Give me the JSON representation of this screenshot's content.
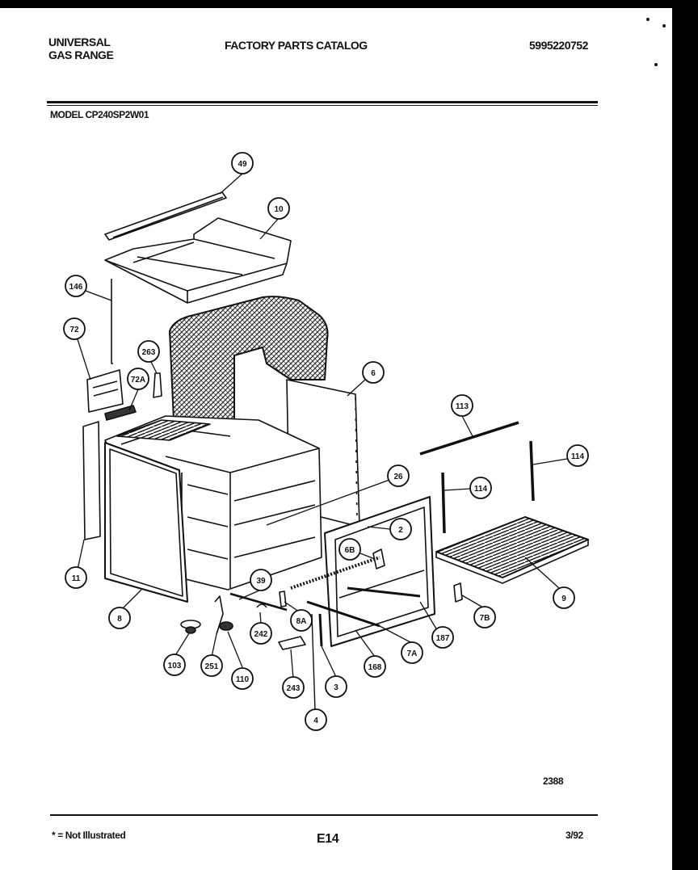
{
  "header": {
    "brand_line1": "UNIVERSAL",
    "brand_line2": "GAS RANGE",
    "catalog_title": "FACTORY PARTS CATALOG",
    "catalog_number": "5995220752",
    "model": "MODEL CP240SP2W01"
  },
  "footer": {
    "note": "* = Not Illustrated",
    "page": "E14",
    "date": "3/92",
    "diagram_number": "2388"
  },
  "callouts": [
    "49",
    "10",
    "146",
    "72",
    "72A",
    "263",
    "6",
    "113",
    "114",
    "114",
    "26",
    "2",
    "6B",
    "11",
    "8",
    "39",
    "8A",
    "242",
    "103",
    "251",
    "110",
    "243",
    "3",
    "4",
    "168",
    "7A",
    "187",
    "7B",
    "9"
  ]
}
